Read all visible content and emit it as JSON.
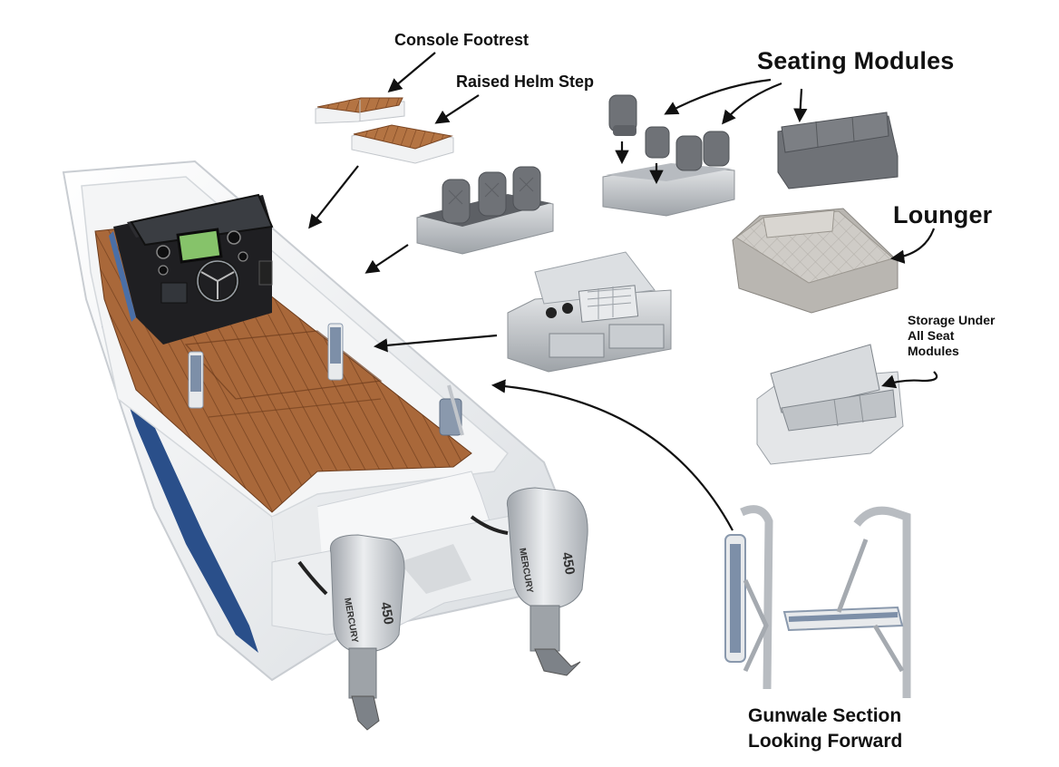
{
  "labels": {
    "console_footrest": "Console Footrest",
    "raised_helm_step": "Raised Helm Step",
    "seating_modules": "Seating Modules",
    "lounger": "Lounger",
    "storage": "Storage Under All Seat Modules",
    "gunwale_line1": "Gunwale Section",
    "gunwale_line2": "Looking Forward"
  },
  "engine_markings": {
    "brand": "MERCURY",
    "horsepower": "450"
  },
  "colors": {
    "teak": "#a9683a",
    "teak_dark": "#7a4522",
    "hull_white": "#eef0f2",
    "hull_blue": "#2a4f8a",
    "upholstery_gray": "#6f7277",
    "lounger_gray": "#c9c6c1",
    "metal": "#c8ccd0",
    "arrow": "#111111"
  }
}
